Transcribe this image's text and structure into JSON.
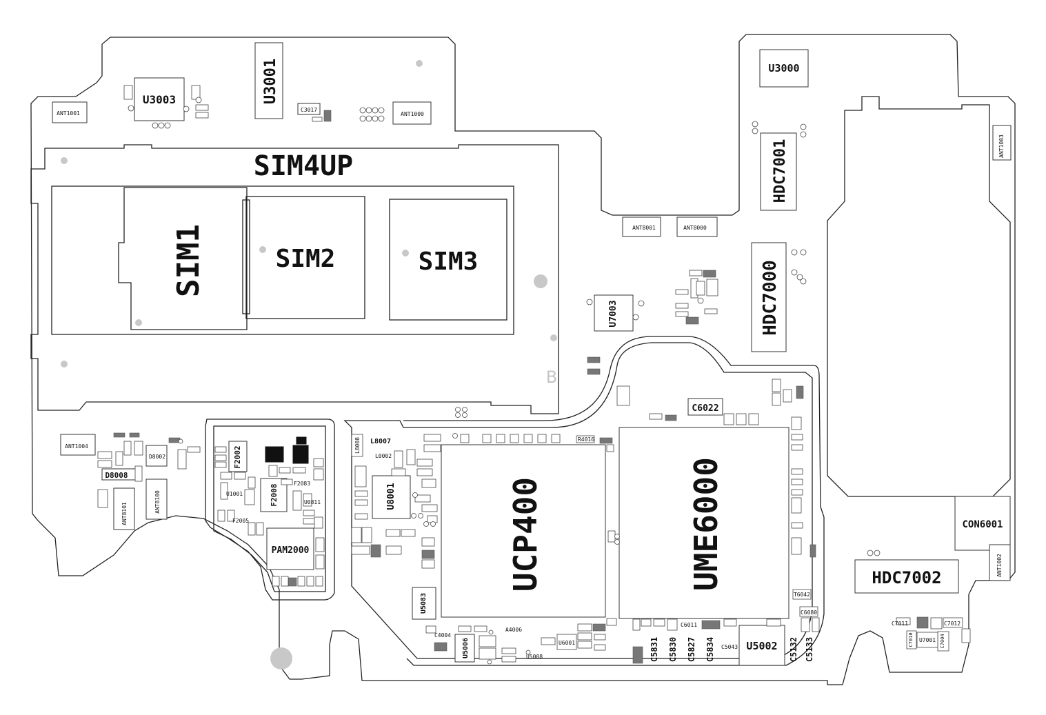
{
  "board": {
    "shield_title": "SIM4UP",
    "watermark": "B",
    "components": {
      "sim1": "SIM1",
      "sim2": "SIM2",
      "sim3": "SIM3",
      "u3003": "U3003",
      "u3001": "U3001",
      "u3000": "U3000",
      "hdc7001": "HDC7001",
      "hdc7000": "HDC7000",
      "hdc7002": "HDC7002",
      "u7003": "U7003",
      "con6001": "CON6001",
      "ucp400": "UCP400",
      "ume6000": "UME6000",
      "pam2000": "PAM2000",
      "l8007": "L8007",
      "l8008": "L8008",
      "l0002": "L0002",
      "u8001": "U8001",
      "f2002": "F2002",
      "f2008": "F2008",
      "f2083": "F2083",
      "f2005": "F2005",
      "u1001": "U1001",
      "u0811": "U0811",
      "d8008": "D8008",
      "d8002": "D8002",
      "ant1001": "ANT1001",
      "ant1000": "ANT1000",
      "ant1003": "ANT1003",
      "ant1004": "ANT1004",
      "ant1002": "ANT1002",
      "ant8001": "ANT8001",
      "ant8000": "ANT8000",
      "ant8101": "ANT8101",
      "ant8100": "ANT8100",
      "c3017": "C3017",
      "c6022": "C6022",
      "r4016": "R4016",
      "u5083": "U5083",
      "u5006": "U5006",
      "u5002": "U5002",
      "u5008": "U5008",
      "u6001": "U6001",
      "c5831": "C5831",
      "c5830": "C5830",
      "c5827": "C5827",
      "c5834": "C5834",
      "c5043": "C5043",
      "c5132": "C5132",
      "c5133": "C5133",
      "c4004": "C4004",
      "a4006": "A4006",
      "c6011": "C6011",
      "t6042": "T6042",
      "c6080": "C6080",
      "c7011": "C7011",
      "c7012": "C7012",
      "u7001": "U7001",
      "c7010": "C7010",
      "c7004": "C7004"
    }
  }
}
